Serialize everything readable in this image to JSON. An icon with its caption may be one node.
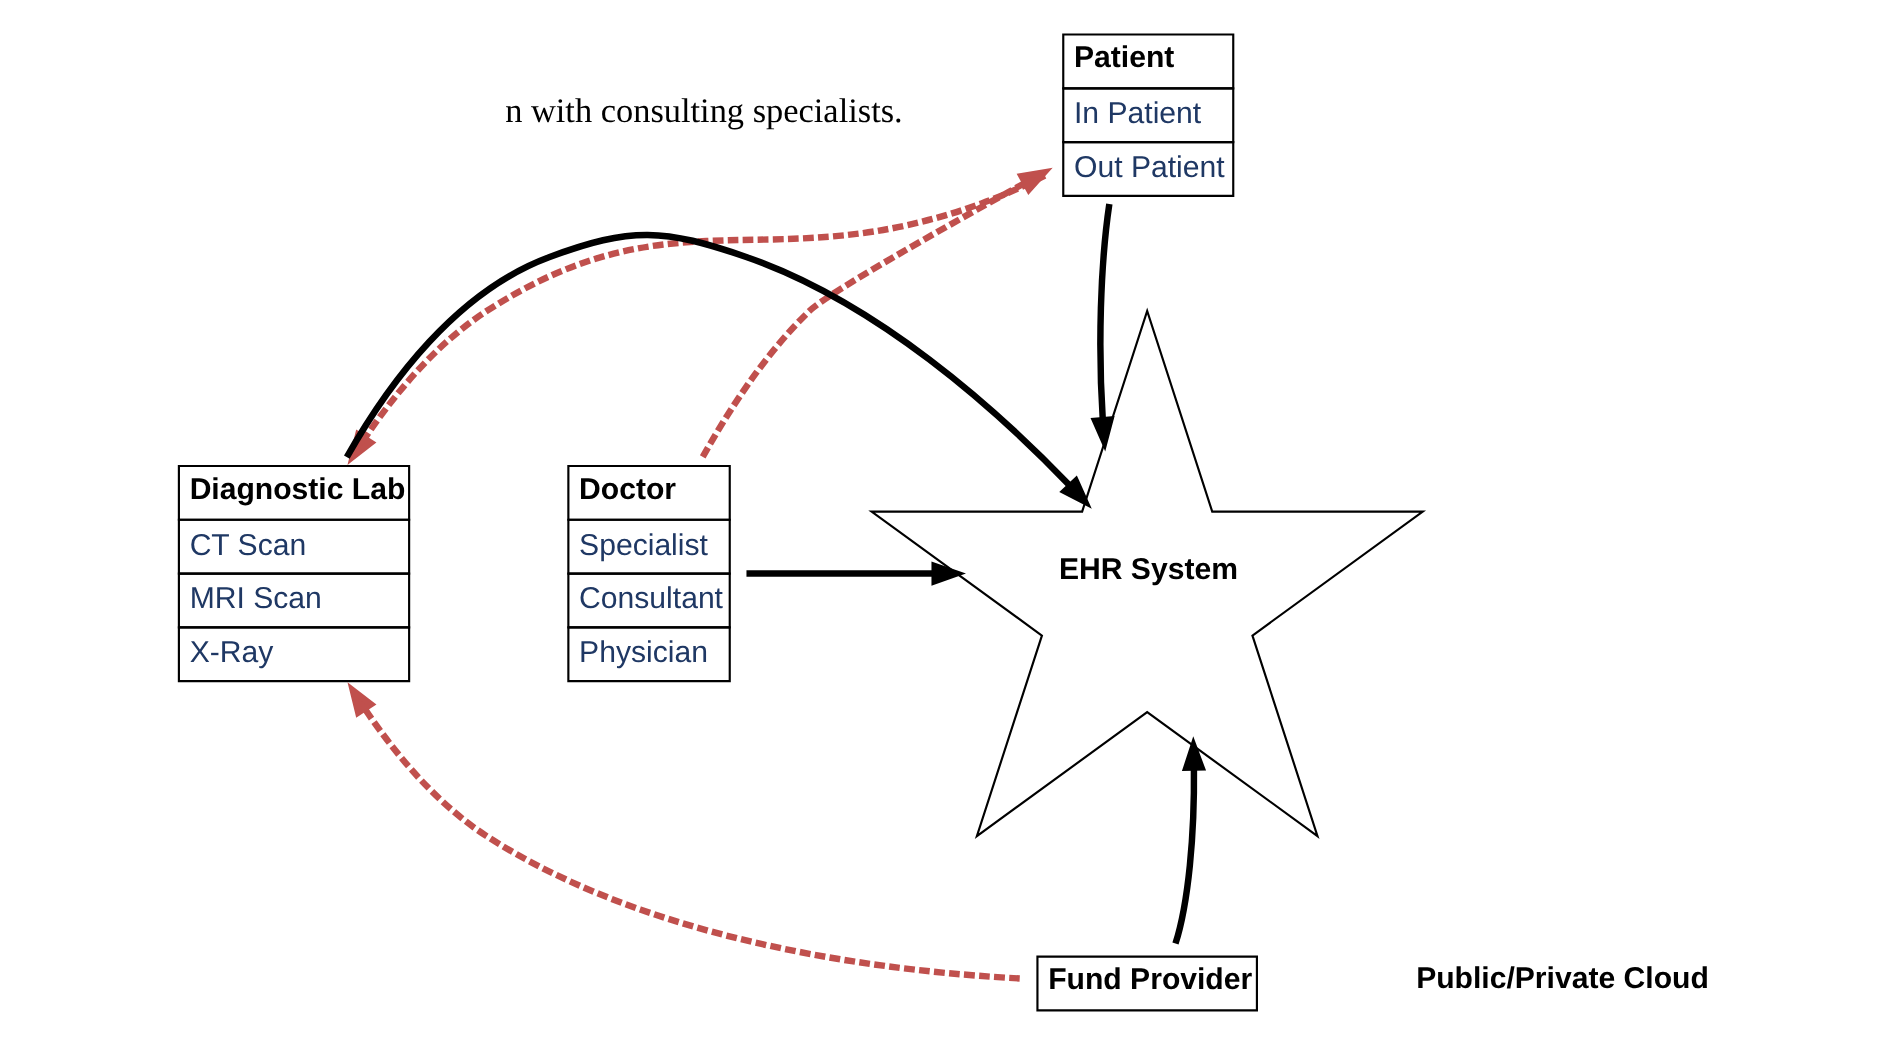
{
  "diagram": {
    "nodes": [
      {
        "text": [
          "Patient",
          "In Patient",
          "Out Patient"
        ]
      },
      {
        "text": [
          "Doctor",
          "Specialist",
          "Consultant",
          "Physician"
        ]
      },
      {
        "text": [
          "EHR System"
        ]
      },
      {
        "text": [
          "Diagnostic Lab",
          "CT Scan",
          "MRI Scan",
          "X-Ray"
        ]
      },
      {
        "text": [
          "Fund Provider"
        ]
      }
    ],
    "edges": [
      {
        "from": 1,
        "to": 0,
        "arrow": "to",
        "style": "dashed",
        "color": "#c0504d"
      },
      {
        "from": 0,
        "to": 3,
        "arrow": "to",
        "style": "dashed",
        "color": "#c0504d"
      },
      {
        "from": 0,
        "to": 2,
        "arrow": "to"
      },
      {
        "from": 1,
        "to": 2,
        "arrow": "to"
      },
      {
        "from": 3,
        "to": 2,
        "arrow": "to"
      },
      {
        "from": 4,
        "to": 2,
        "arrow": "to"
      },
      {
        "from": 4,
        "to": 3,
        "arrow": "to",
        "style": "dashed",
        "color": "#c0504d"
      }
    ],
    "labels": [
      "n with consulting specialists.",
      "Public/Private Cloud"
    ]
  }
}
